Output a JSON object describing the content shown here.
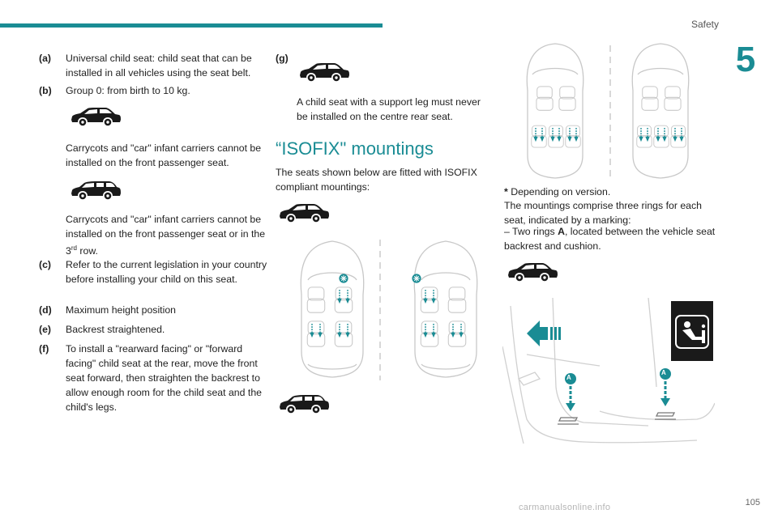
{
  "header": {
    "section": "Safety",
    "chapter": "5"
  },
  "footer": {
    "page_number": "105",
    "watermark": "carmanualsonline.info"
  },
  "col1": {
    "a": {
      "label": "(a)",
      "text": "Universal child seat: child seat that can be installed in all vehicles using the seat belt."
    },
    "b": {
      "label": "(b)",
      "text": "Group 0: from birth to 10 kg."
    },
    "b_note1": "Carrycots and \"car\" infant carriers cannot be installed on the front passenger seat.",
    "b_note2_pre": "Carrycots and \"car\" infant carriers cannot be installed on the front passenger seat or in the 3",
    "b_note2_sup": "rd",
    "b_note2_post": " row.",
    "c": {
      "label": "(c)",
      "text": "Refer to the current legislation in your country before installing your child on this seat."
    },
    "d": {
      "label": "(d)",
      "text": "Maximum height position"
    },
    "e": {
      "label": "(e)",
      "text": "Backrest straightened."
    },
    "f": {
      "label": "(f)",
      "text": "To install a \"rearward facing\" or \"forward facing\" child seat at the rear, move the front seat forward, then straighten the backrest to allow enough room for the child seat and the child's legs."
    }
  },
  "col2": {
    "g": {
      "label": "(g)"
    },
    "g_note": "A child seat with a support leg must never be installed on the centre rear seat.",
    "isofix_heading": "“ISOFIX\" mountings",
    "isofix_intro": "The seats shown below are fitted with ISOFIX compliant mountings:"
  },
  "col3": {
    "asterisk": "*",
    "version_note": " Depending on version.",
    "mountings_text": "The mountings comprise three rings for each seat, indicated by a marking:",
    "rings_pre": "–  Two rings ",
    "rings_bold": "A",
    "rings_post": ", located between the vehicle seat backrest and cushion.",
    "marker_a": "A"
  },
  "colors": {
    "accent": "#1a8c94",
    "car": "#1a1a1a",
    "plan_line": "#c8c8c8"
  },
  "icons": [
    "car-silhouette-icon",
    "isofix-seat-pictogram-icon",
    "isofix-snowflake-icon",
    "push-arrow-icon"
  ]
}
